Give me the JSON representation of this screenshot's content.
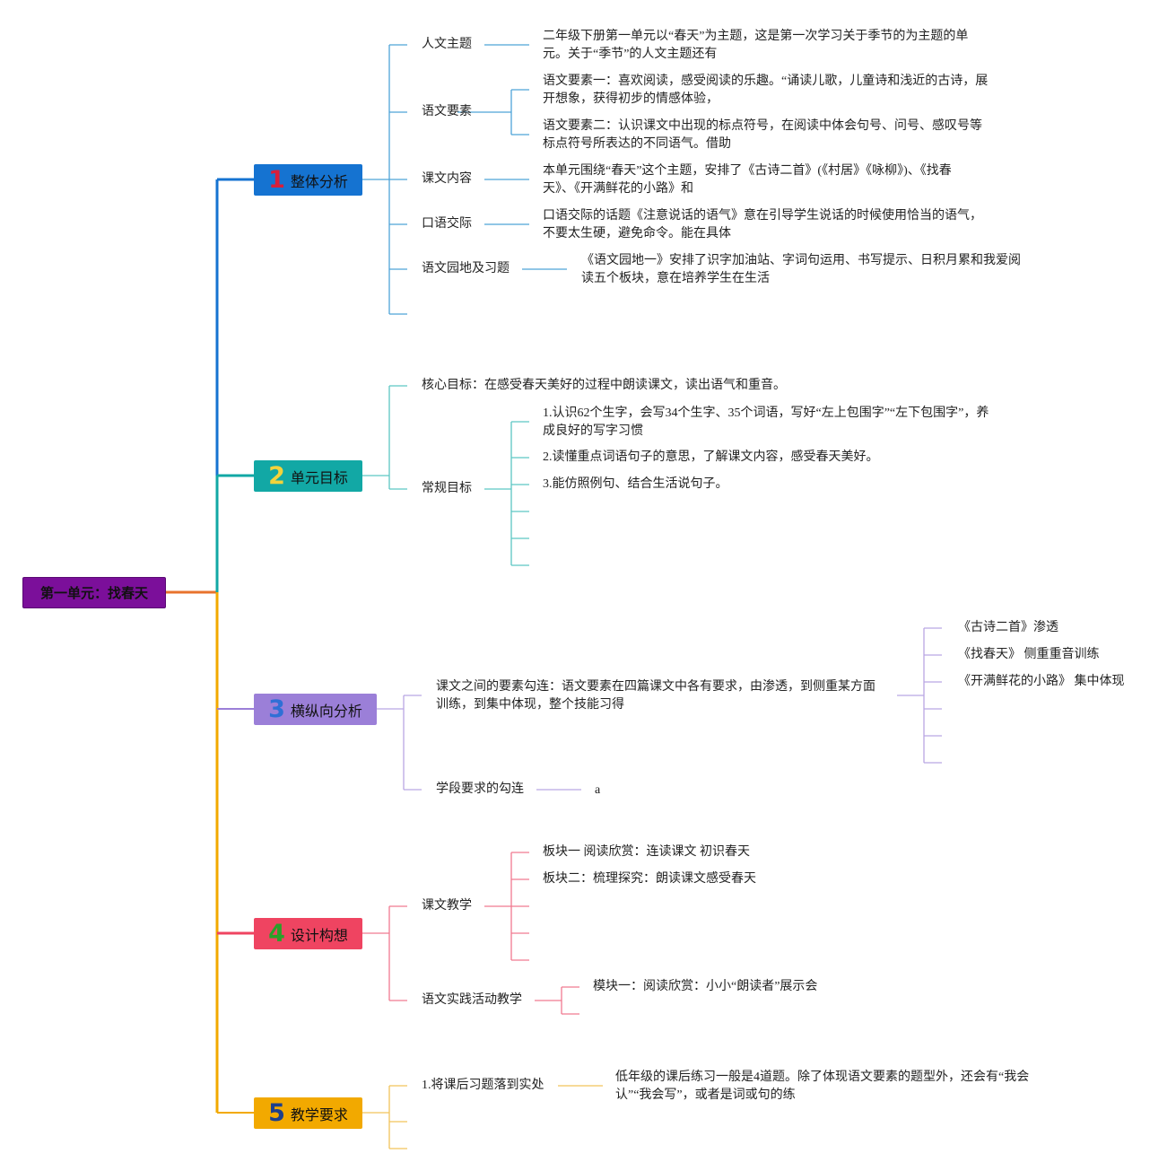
{
  "root": {
    "label": "第一单元：找春天"
  },
  "branches": [
    {
      "num": "1",
      "label": "整体分析",
      "color": "#1573d1",
      "num_color": "#d81e3a",
      "items": [
        {
          "label": "人文主题",
          "text": "二年级下册第一单元以“春天”为主题，这是第一次学习关于季节的为主题的单元。关于“季节”的人文主题还有"
        },
        {
          "label": "语文要素",
          "subs": [
            "语文要素一：喜欢阅读，感受阅读的乐趣。“诵读儿歌，儿童诗和浅近的古诗，展开想象，获得初步的情感体验，",
            "语文要素二：认识课文中出现的标点符号，在阅读中体会句号、问号、感叹号等标点符号所表达的不同语气。借助"
          ]
        },
        {
          "label": "课文内容",
          "text": "本单元围绕“春天”这个主题，安排了《古诗二首》(《村居》《咏柳》)、《找春天》、《开满鲜花的小路》和"
        },
        {
          "label": "口语交际",
          "text": "口语交际的话题《注意说话的语气》意在引导学生说话的时候使用恰当的语气，不要太生硬，避免命令。能在具体"
        },
        {
          "label": "语文园地及习题",
          "text": "《语文园地一》安排了识字加油站、字词句运用、书写提示、日积月累和我爱阅读五个板块，意在培养学生在生活"
        }
      ]
    },
    {
      "num": "2",
      "label": "单元目标",
      "color": "#12a8a5",
      "num_color": "#f3d33b",
      "items": [
        {
          "label": "核心目标：在感受春天美好的过程中朗读课文，读出语气和重音。"
        },
        {
          "label": "常规目标",
          "subs": [
            "1.认识62个生字，会写34个生字、35个词语，写好“左上包围字”“左下包围字”，养成良好的写字习惯",
            "2.读懂重点词语句子的意思，了解课文内容，感受春天美好。",
            "3.能仿照例句、结合生活说句子。"
          ]
        }
      ]
    },
    {
      "num": "3",
      "label": "横纵向分析",
      "color": "#9b7fd8",
      "num_color": "#2f6fd6",
      "items": [
        {
          "label": "课文之间的要素勾连：语文要素在四篇课文中各有要求，由渗透，到侧重某方面训练，到集中体现，整个技能习得",
          "subs": [
            "《古诗二首》渗透",
            "《找春天》 侧重重音训练",
            "《开满鲜花的小路》 集中体现"
          ]
        },
        {
          "label": "学段要求的勾连",
          "text": "a"
        }
      ]
    },
    {
      "num": "4",
      "label": "设计构想",
      "color": "#ef4461",
      "num_color": "#2aa12a",
      "items": [
        {
          "label": "课文教学",
          "subs": [
            "板块一 阅读欣赏：连读课文 初识春天",
            "板块二：梳理探究：朗读课文感受春天"
          ]
        },
        {
          "label": "语文实践活动教学",
          "subs": [
            "模块一：阅读欣赏：小小“朗读者”展示会"
          ]
        }
      ]
    },
    {
      "num": "5",
      "label": "教学要求",
      "color": "#f2a900",
      "num_color": "#1d3f8c",
      "items": [
        {
          "label": "1.将课后习题落到实处",
          "text": "低年级的课后练习一般是4道题。除了体现语文要素的题型外，还会有“我会认”“我会写”，或者是词或句的练"
        }
      ]
    }
  ]
}
